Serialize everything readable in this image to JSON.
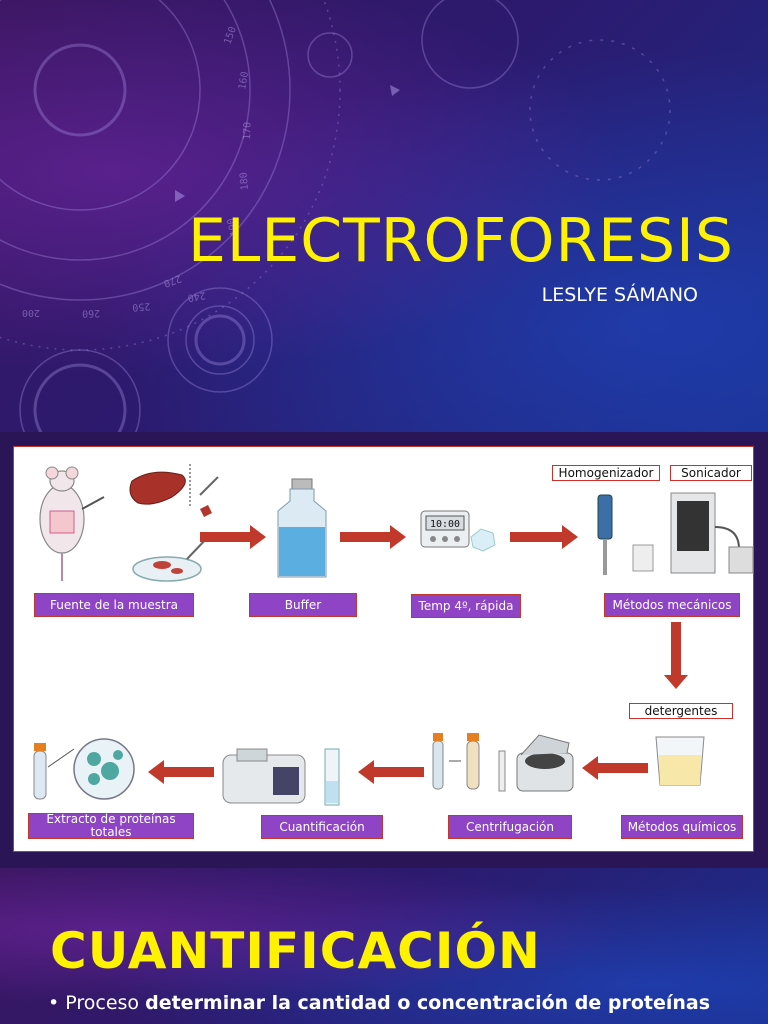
{
  "slide1": {
    "title": "ELECTROFORESIS",
    "author": "LESLYE SÁMANO",
    "deco_numbers": [
      "150",
      "160",
      "170",
      "180",
      "190",
      "200",
      "240",
      "250",
      "260",
      "270"
    ]
  },
  "diagram": {
    "steps": {
      "fuente": "Fuente de la muestra",
      "buffer": "Buffer",
      "temp": "Temp 4º, rápida",
      "mecanicos": "Métodos mecánicos",
      "quimicos": "Métodos químicos",
      "centrifugacion": "Centrifugación",
      "cuantificacion": "Cuantificación",
      "extracto": "Extracto de proteínas totales"
    },
    "tools": {
      "homogenizador": "Homogenizador",
      "sonicador": "Sonicador",
      "detergentes": "detergentes"
    },
    "timer_display": "10:00"
  },
  "slide3": {
    "title": "CUANTIFICACIÓN",
    "bullet_lead": "Proceso",
    "bullet_bold": "determinar la cantidad o concentración de proteínas"
  },
  "colors": {
    "title_yellow": "#fff200",
    "label_purple": "#8e44c4",
    "arrow_red": "#c0392b"
  }
}
